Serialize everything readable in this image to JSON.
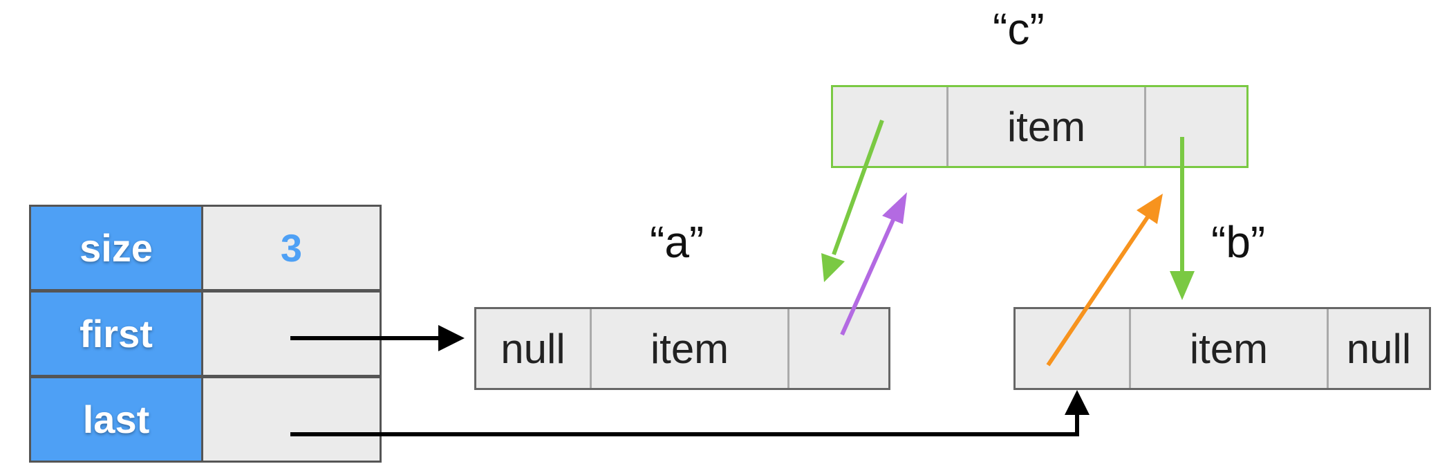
{
  "node_labels": {
    "a": "“a”",
    "b": "“b”",
    "c": "“c”"
  },
  "list_table": {
    "rows": [
      {
        "key": "size",
        "value": "3"
      },
      {
        "key": "first",
        "value": ""
      },
      {
        "key": "last",
        "value": ""
      }
    ]
  },
  "nodes": {
    "a": {
      "prev": "null",
      "item": "item",
      "next": ""
    },
    "b": {
      "prev": "",
      "item": "item",
      "next": "null"
    },
    "c": {
      "prev": "",
      "item": "item",
      "next": ""
    }
  },
  "colors": {
    "header_blue": "#4ea0f5",
    "size_value": "#4ea0f5",
    "cell_fill": "#ebebeb",
    "node_c_border": "#7ac943",
    "arrow_black": "#000000",
    "arrow_green": "#7ac943",
    "arrow_purple": "#b36ae2",
    "arrow_orange": "#f7931e"
  }
}
